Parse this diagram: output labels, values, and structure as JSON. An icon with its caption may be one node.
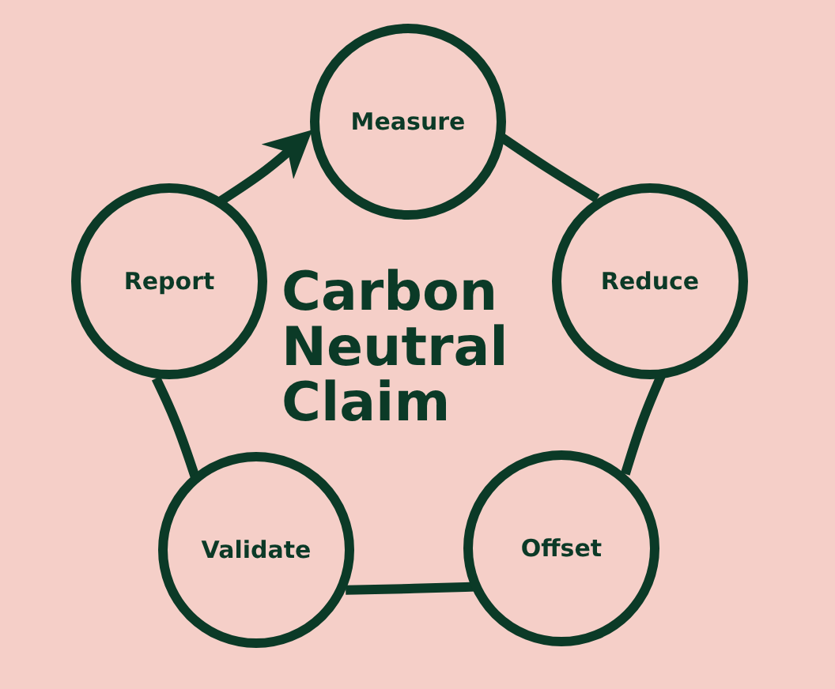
{
  "diagram": {
    "nodes": [
      {
        "text": [
          "Measure"
        ]
      },
      {
        "text": [
          "Reduce"
        ]
      },
      {
        "text": [
          "Offset"
        ]
      },
      {
        "text": [
          "Validate"
        ]
      },
      {
        "text": [
          "Report"
        ]
      }
    ],
    "edges": [
      {
        "from": 0,
        "to": 1,
        "arrow": "none"
      },
      {
        "from": 1,
        "to": 2,
        "arrow": "none"
      },
      {
        "from": 2,
        "to": 3,
        "arrow": "none"
      },
      {
        "from": 3,
        "to": 4,
        "arrow": "none"
      },
      {
        "from": 4,
        "to": 0,
        "arrow": "to"
      }
    ],
    "labels": [
      "Carbon Neutral Claim"
    ]
  }
}
